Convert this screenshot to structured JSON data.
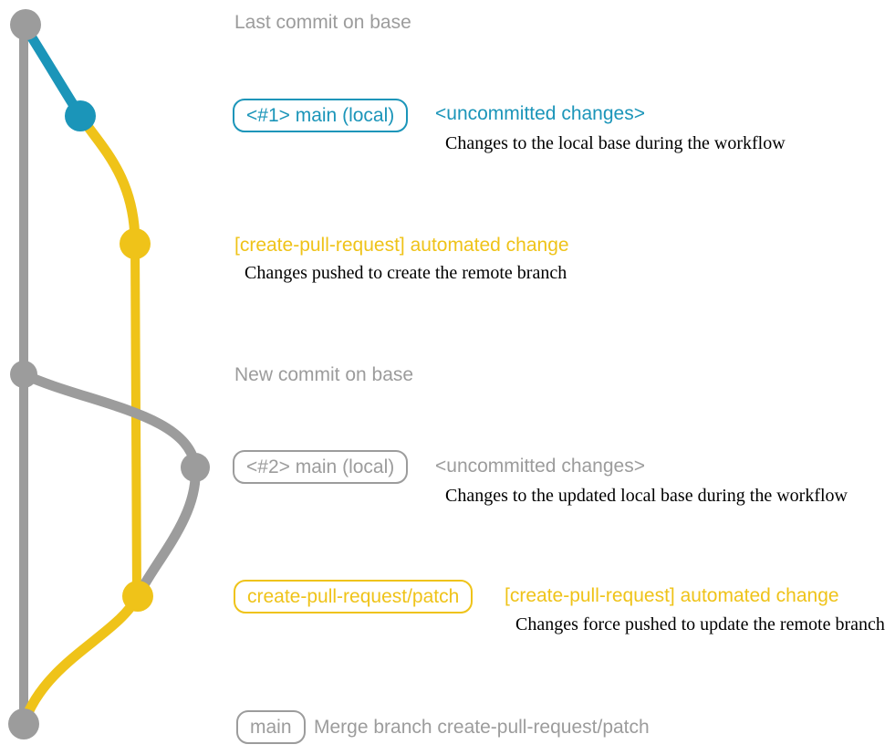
{
  "diagram_title": "create-pull-request action branching workflow",
  "colors": {
    "base_gray": "#9c9c9c",
    "local_blue": "#1b95b9",
    "remote_yellow": "#efc319",
    "description_black": "#000000",
    "background": "#ffffff"
  },
  "graph": {
    "nodes": [
      {
        "name": "last-commit-on-base",
        "color": "gray"
      },
      {
        "name": "local-uncommitted-1",
        "color": "blue"
      },
      {
        "name": "remote-branch-commit-1",
        "color": "yellow"
      },
      {
        "name": "new-commit-on-base",
        "color": "gray"
      },
      {
        "name": "local-uncommitted-2",
        "color": "gray"
      },
      {
        "name": "remote-branch-commit-2",
        "color": "yellow"
      },
      {
        "name": "merge-commit",
        "color": "gray"
      }
    ]
  },
  "annotations": {
    "last_commit": {
      "text": "Last commit on base"
    },
    "row1": {
      "badge": "<#1> main (local)",
      "title": "<uncommitted changes>",
      "description": "Changes to the local base during the workflow"
    },
    "row2": {
      "title": "[create-pull-request] automated change",
      "description": "Changes pushed to create the remote branch"
    },
    "new_commit": {
      "text": "New commit on base"
    },
    "row3": {
      "badge": "<#2> main (local)",
      "title": "<uncommitted changes>",
      "description": "Changes to the updated local base during the workflow"
    },
    "row4": {
      "badge": "create-pull-request/patch",
      "title": "[create-pull-request] automated change",
      "description": "Changes force pushed to update the remote branch"
    },
    "row5": {
      "badge": "main",
      "text": "Merge branch create-pull-request/patch"
    }
  }
}
